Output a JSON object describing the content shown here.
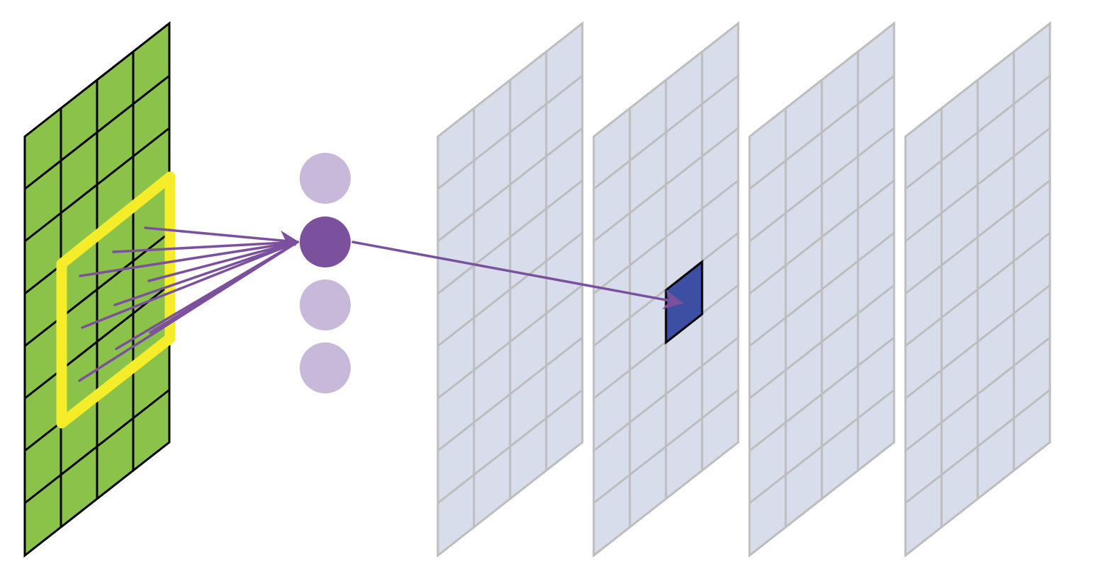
{
  "diagram": {
    "type": "convolution-illustration",
    "input_grid": {
      "rows": 8,
      "cols": 4,
      "fill": "#8BC34A",
      "line": "#000000"
    },
    "receptive_field": {
      "color": "#F5EC2A",
      "rows": 3,
      "cols": 3
    },
    "neurons": {
      "count": 4,
      "active_index": 1,
      "active_color": "#7B519D",
      "inactive_color": "#C8B8DA"
    },
    "feature_maps": {
      "count": 4,
      "rows": 8,
      "cols": 4,
      "fill": "#D8DDEC",
      "line": "#BDBDBD",
      "highlight_map": 1,
      "highlight_color": "#3C4FA3"
    },
    "arrow_color": "#7B519D"
  }
}
